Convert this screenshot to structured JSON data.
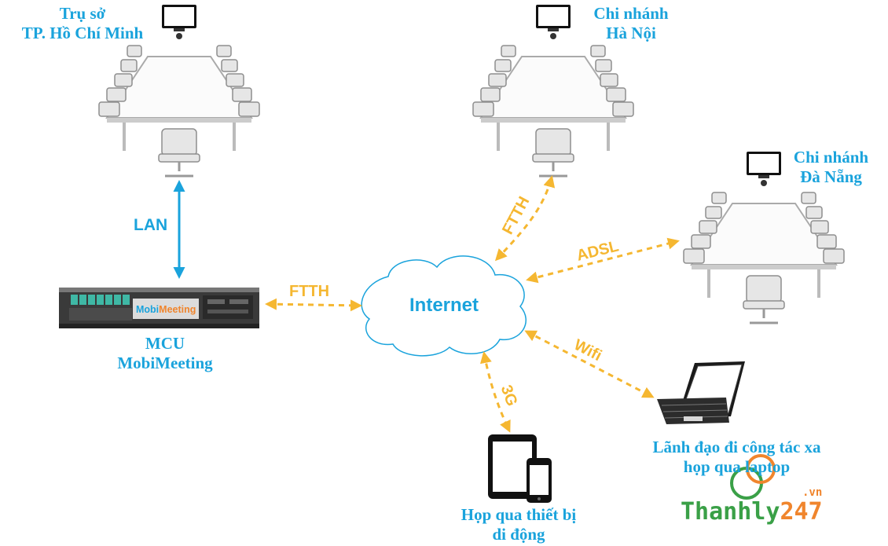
{
  "nodes": {
    "hcm_office": {
      "line1": "Trụ sở",
      "line2": "TP. Hồ Chí Minh"
    },
    "hanoi_branch": {
      "line1": "Chi nhánh",
      "line2": "Hà Nội"
    },
    "danang_branch": {
      "line1": "Chi nhánh",
      "line2": "Đà Nẵng"
    },
    "mcu": {
      "line1": "MCU",
      "line2": "MobiMeeting",
      "brand_part1": "Mobi",
      "brand_part2": "Meeting"
    },
    "internet": {
      "label": "Internet"
    },
    "laptop": {
      "line1": "Lãnh đạo đi công tác xa",
      "line2": "họp qua laptop"
    },
    "mobile": {
      "line1": "Họp qua thiết bị",
      "line2": "di động"
    }
  },
  "links": {
    "lan": "LAN",
    "mcu_internet": "FTTH",
    "hanoi_internet": "FTTH",
    "danang_internet": "ADSL",
    "laptop_internet": "Wifi",
    "mobile_internet": "3G"
  },
  "watermark": {
    "main_part1": "Thanhly",
    "main_part2": "247",
    "tld": ".vn"
  },
  "colors": {
    "label_blue": "#1aa3dc",
    "link_orange": "#f5b731",
    "lan_blue": "#1aa3dc",
    "wm_green": "#3aa047",
    "wm_orange": "#f0852d"
  }
}
